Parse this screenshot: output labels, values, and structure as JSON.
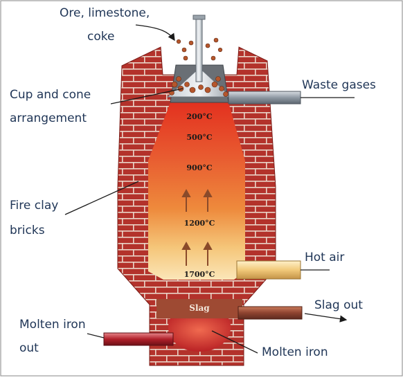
{
  "labels": {
    "ore_line1": "Ore, limestone,",
    "ore_line2": "coke",
    "waste_gases": "Waste gases",
    "cup_line1": "Cup and cone",
    "cup_line2": "arrangement",
    "fire_line1": "Fire clay",
    "fire_line2": "bricks",
    "hot_air": "Hot air",
    "slag_out": "Slag out",
    "molten_out_line1": "Molten iron",
    "molten_out_line2": "out",
    "molten_iron": "Molten iron",
    "slag": "Slag"
  },
  "temperatures": {
    "t200": "200°C",
    "t500": "500°C",
    "t900": "900°C",
    "t1200": "1200°C",
    "t1700": "1700°C"
  },
  "colors": {
    "brick": "#b3322b",
    "mortar": "#ead6c9",
    "furnace_top": "#e3311f",
    "furnace_mid": "#ee8a3c",
    "furnace_bottom": "#fbe6b8",
    "slag": "#9e4a33",
    "molten_iron": "#d0282a",
    "label": "#1f3556"
  }
}
